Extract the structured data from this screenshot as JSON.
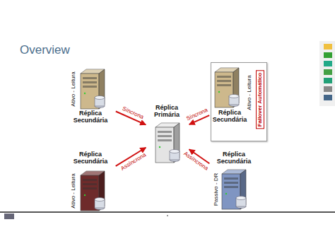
{
  "diagram": {
    "title": "Overview",
    "nodes": [
      {
        "text": [
          "Ativo - Leitura",
          "Réplica Secundária"
        ]
      },
      {
        "text": [
          "Réplica Primária"
        ]
      },
      {
        "text": [
          "Ativo - Leitura",
          "Failover Automático",
          "Réplica Secundária"
        ]
      },
      {
        "text": [
          "Réplica Secundária",
          "Ativo - Leitura"
        ]
      },
      {
        "text": [
          "Réplica Secundária",
          "Passivo - DR"
        ]
      }
    ],
    "edges": [
      {
        "from": 0,
        "to": 1,
        "arrow": "to",
        "label": "Síncrona"
      },
      {
        "from": 2,
        "to": 1,
        "arrow": "to",
        "label": "Síncrona"
      },
      {
        "from": 3,
        "to": 1,
        "arrow": "to",
        "label": "Assíncrona"
      },
      {
        "from": 4,
        "to": 1,
        "arrow": "to",
        "label": "Assíncrona"
      }
    ]
  }
}
